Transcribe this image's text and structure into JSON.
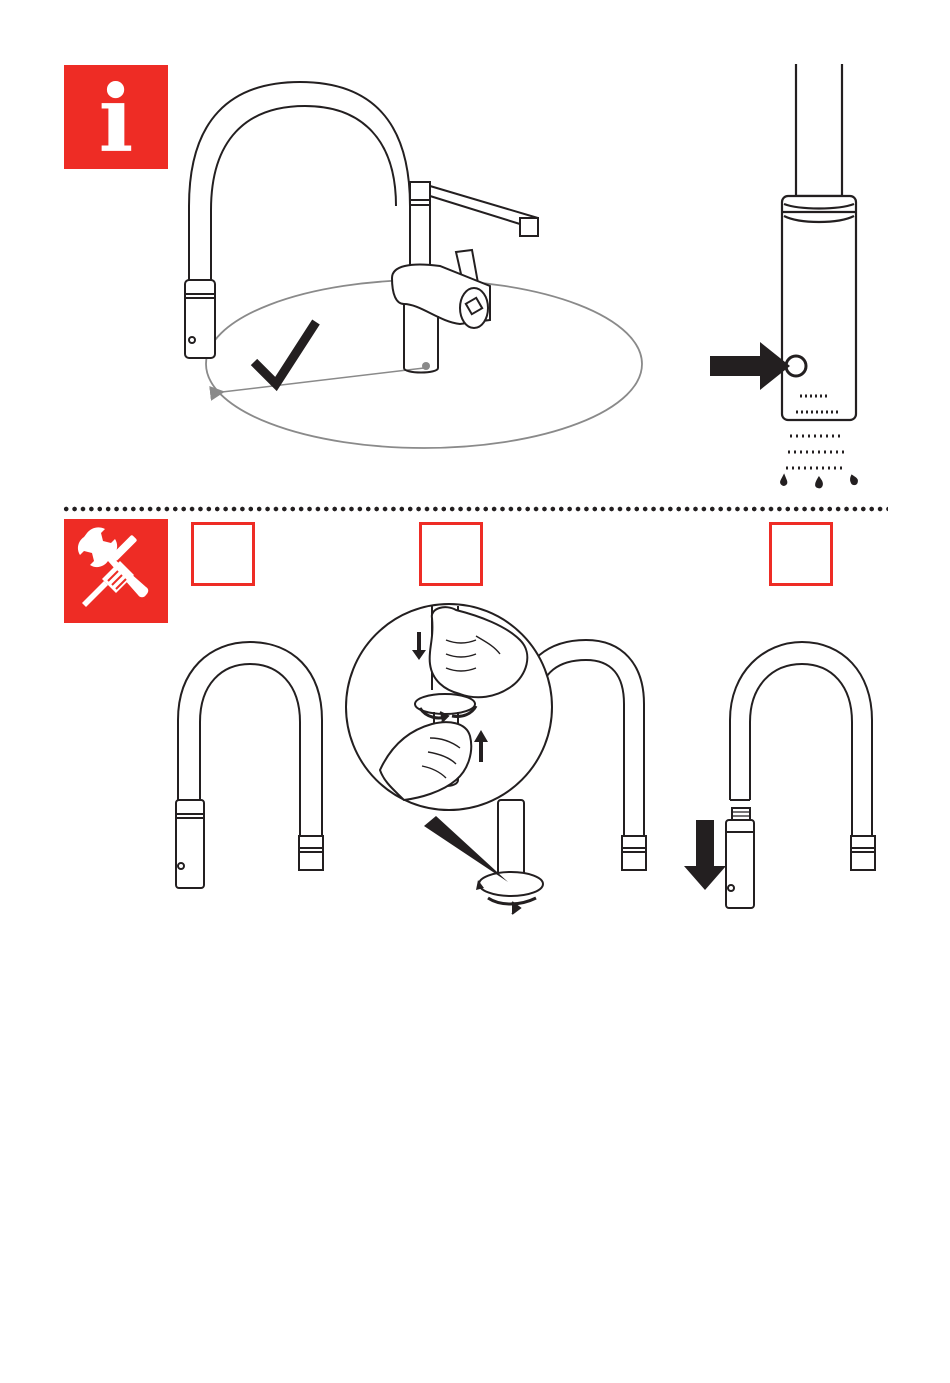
{
  "colors": {
    "accent": "#ee2c25",
    "ink": "#231f20",
    "line": "#8a8a8a"
  },
  "info_section": {
    "icon": "info-icon",
    "letter": "i"
  },
  "tools_section": {
    "icon": "wrench-screwdriver-icon",
    "steps": [
      {
        "number": ""
      },
      {
        "number": ""
      },
      {
        "number": ""
      }
    ]
  },
  "illustrations": [
    "faucet-with-swivel-range",
    "spray-head-button-detail",
    "hose-with-spray-head",
    "unscrew-spray-head",
    "spray-head-removed"
  ]
}
